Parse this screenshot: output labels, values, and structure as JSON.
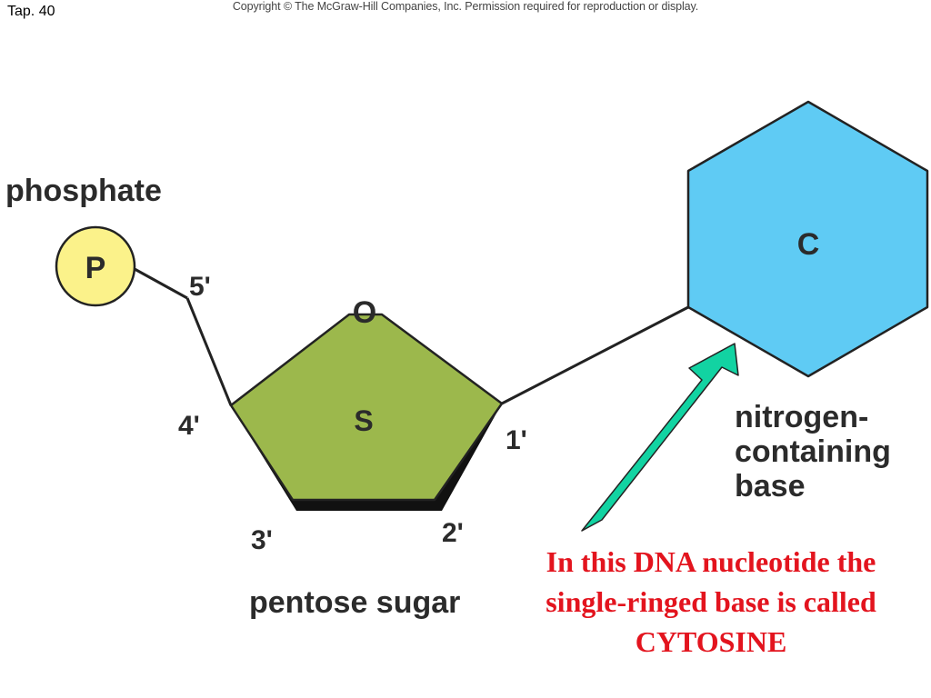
{
  "slide": {
    "label": "Tap. 40",
    "copyright": "Copyright © The McGraw-Hill Companies, Inc. Permission required for reproduction or display."
  },
  "diagram": {
    "phosphate": {
      "heading": "phosphate",
      "symbol": "P"
    },
    "sugar": {
      "symbol": "S",
      "ring_oxygen": "O",
      "name": "pentose sugar",
      "carbons": {
        "c1": "1'",
        "c2": "2'",
        "c3": "3'",
        "c4": "4'",
        "c5": "5'"
      }
    },
    "base": {
      "symbol": "C",
      "label_lines": [
        "nitrogen-",
        "containing",
        "base"
      ]
    }
  },
  "caption": {
    "lines": [
      "In this DNA nucleotide the",
      "single-ringed base is called",
      "CYTOSINE"
    ]
  },
  "colors": {
    "phosphate_fill": "#fbf28a",
    "sugar_fill": "#9cb84c",
    "base_fill": "#5fcbf4",
    "arrow_fill": "#12d3a2",
    "caption_text": "#e3141e"
  }
}
